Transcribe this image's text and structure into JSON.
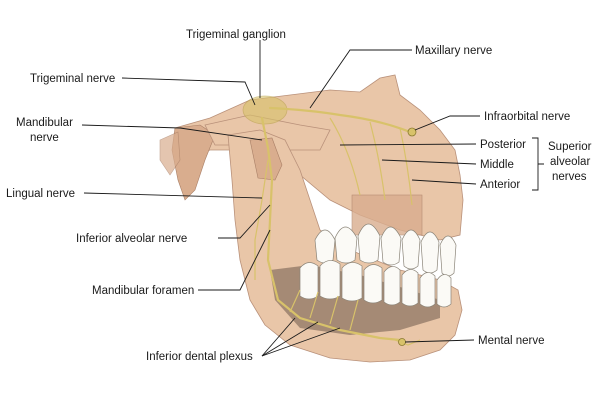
{
  "labels": {
    "trigeminal_ganglion": "Trigeminal ganglion",
    "maxillary_nerve": "Maxillary nerve",
    "trigeminal_nerve": "Trigeminal nerve",
    "infraorbital_nerve": "Infraorbital nerve",
    "mandibular_nerve_line1": "Mandibular",
    "mandibular_nerve_line2": "nerve",
    "posterior": "Posterior",
    "middle": "Middle",
    "anterior": "Anterior",
    "superior_alveolar_line1": "Superior",
    "superior_alveolar_line2": "alveolar",
    "superior_alveolar_line3": "nerves",
    "lingual_nerve": "Lingual nerve",
    "inferior_alveolar_nerve": "Inferior alveolar nerve",
    "mandibular_foramen": "Mandibular foramen",
    "mental_nerve": "Mental nerve",
    "inferior_dental_plexus": "Inferior dental plexus"
  },
  "colors": {
    "bone": "#e9c6a8",
    "nerve": "#d8c26a",
    "tooth": "#fbfaf6",
    "text": "#1a1a1a"
  }
}
